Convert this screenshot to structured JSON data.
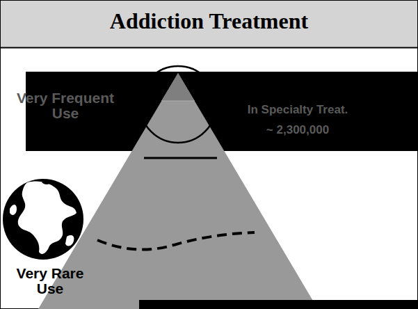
{
  "diagram": {
    "title": "Addiction Treatment",
    "nodes": [
      {
        "text": [
          "In Specialty Treat. ~ 2,300,000"
        ]
      }
    ],
    "labels": [
      "Very Frequent Use",
      "Very Rare Use"
    ]
  }
}
